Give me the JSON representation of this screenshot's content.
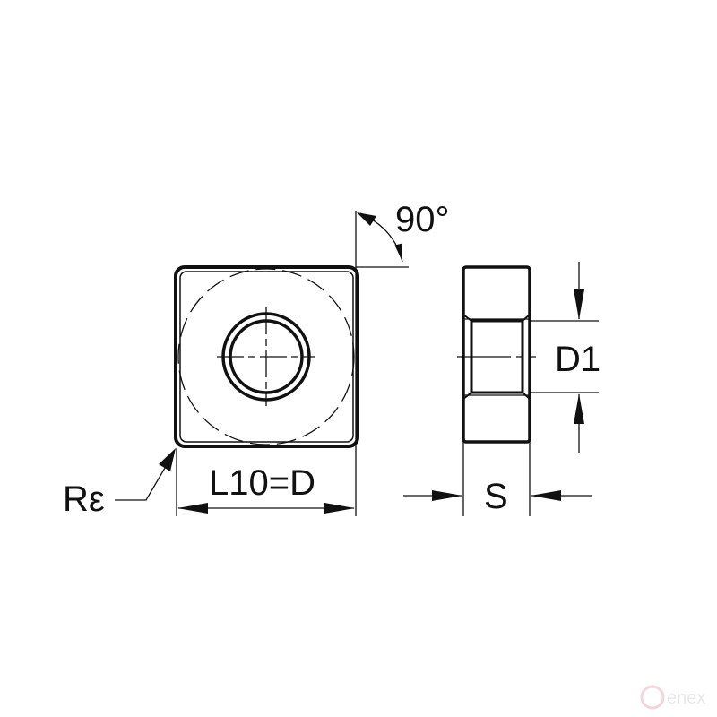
{
  "diagram": {
    "subject": "square cutting insert with central hole",
    "labels": {
      "angle": "90°",
      "corner_radius": "Rε",
      "length": "L10=D",
      "hole_diameter": "D1",
      "thickness": "S"
    },
    "watermark": "enex"
  },
  "colors": {
    "line": "#111111",
    "background": "#ffffff",
    "watermark": "#e6e6e6",
    "watermark_logo": "#f3d6da"
  }
}
